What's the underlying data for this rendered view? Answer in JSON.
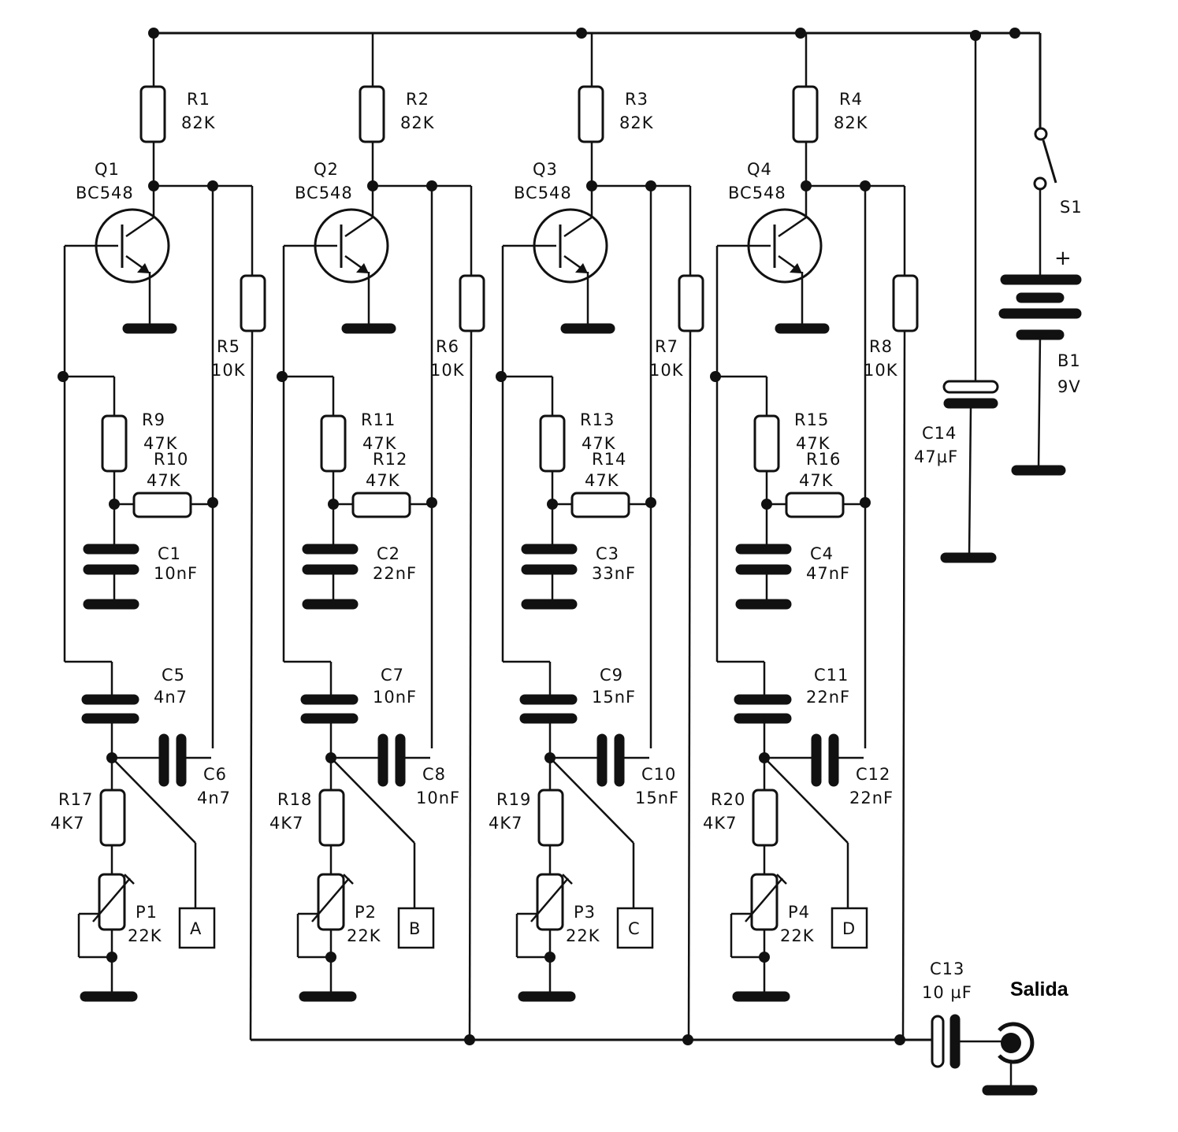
{
  "diagram": {
    "type": "electronic-schematic",
    "title": "",
    "output_label": "Salida",
    "stages": [
      {
        "transistor": {
          "ref": "Q1",
          "part": "BC548"
        },
        "collector_resistor": {
          "ref": "R1",
          "value": "82K"
        },
        "feedback_resistor": {
          "ref": "R5",
          "value": "10K"
        },
        "upper_resistor": {
          "ref": "R9",
          "value": "47K"
        },
        "side_resistor": {
          "ref": "R10",
          "value": "47K"
        },
        "tuning_cap": {
          "ref": "C1",
          "value": "10nF"
        },
        "series_cap": {
          "ref": "C5",
          "value": "4n7"
        },
        "coupling_cap": {
          "ref": "C6",
          "value": "4n7"
        },
        "emitter_resistor": {
          "ref": "R17",
          "value": "4K7"
        },
        "trimmer": {
          "ref": "P1",
          "value": "22K"
        },
        "key": "A"
      },
      {
        "transistor": {
          "ref": "Q2",
          "part": "BC548"
        },
        "collector_resistor": {
          "ref": "R2",
          "value": "82K"
        },
        "feedback_resistor": {
          "ref": "R6",
          "value": "10K"
        },
        "upper_resistor": {
          "ref": "R11",
          "value": "47K"
        },
        "side_resistor": {
          "ref": "R12",
          "value": "47K"
        },
        "tuning_cap": {
          "ref": "C2",
          "value": "22nF"
        },
        "series_cap": {
          "ref": "C7",
          "value": "10nF"
        },
        "coupling_cap": {
          "ref": "C8",
          "value": "10nF"
        },
        "emitter_resistor": {
          "ref": "R18",
          "value": "4K7"
        },
        "trimmer": {
          "ref": "P2",
          "value": "22K"
        },
        "key": "B"
      },
      {
        "transistor": {
          "ref": "Q3",
          "part": "BC548"
        },
        "collector_resistor": {
          "ref": "R3",
          "value": "82K"
        },
        "feedback_resistor": {
          "ref": "R7",
          "value": "10K"
        },
        "upper_resistor": {
          "ref": "R13",
          "value": "47K"
        },
        "side_resistor": {
          "ref": "R14",
          "value": "47K"
        },
        "tuning_cap": {
          "ref": "C3",
          "value": "33nF"
        },
        "series_cap": {
          "ref": "C9",
          "value": "15nF"
        },
        "coupling_cap": {
          "ref": "C10",
          "value": "15nF"
        },
        "emitter_resistor": {
          "ref": "R19",
          "value": "4K7"
        },
        "trimmer": {
          "ref": "P3",
          "value": "22K"
        },
        "key": "C"
      },
      {
        "transistor": {
          "ref": "Q4",
          "part": "BC548"
        },
        "collector_resistor": {
          "ref": "R4",
          "value": "82K"
        },
        "feedback_resistor": {
          "ref": "R8",
          "value": "10K"
        },
        "upper_resistor": {
          "ref": "R15",
          "value": "47K"
        },
        "side_resistor": {
          "ref": "R16",
          "value": "47K"
        },
        "tuning_cap": {
          "ref": "C4",
          "value": "47nF"
        },
        "series_cap": {
          "ref": "C11",
          "value": "22nF"
        },
        "coupling_cap": {
          "ref": "C12",
          "value": "22nF"
        },
        "emitter_resistor": {
          "ref": "R20",
          "value": "4K7"
        },
        "trimmer": {
          "ref": "P4",
          "value": "22K"
        },
        "key": "D"
      }
    ],
    "supply": {
      "filter_cap": {
        "ref": "C14",
        "value": "47µF"
      },
      "switch": {
        "ref": "S1"
      },
      "battery": {
        "ref": "B1",
        "value": "9V",
        "polarity": "+"
      }
    },
    "output": {
      "cap": {
        "ref": "C13",
        "value": "10 µF"
      }
    }
  }
}
